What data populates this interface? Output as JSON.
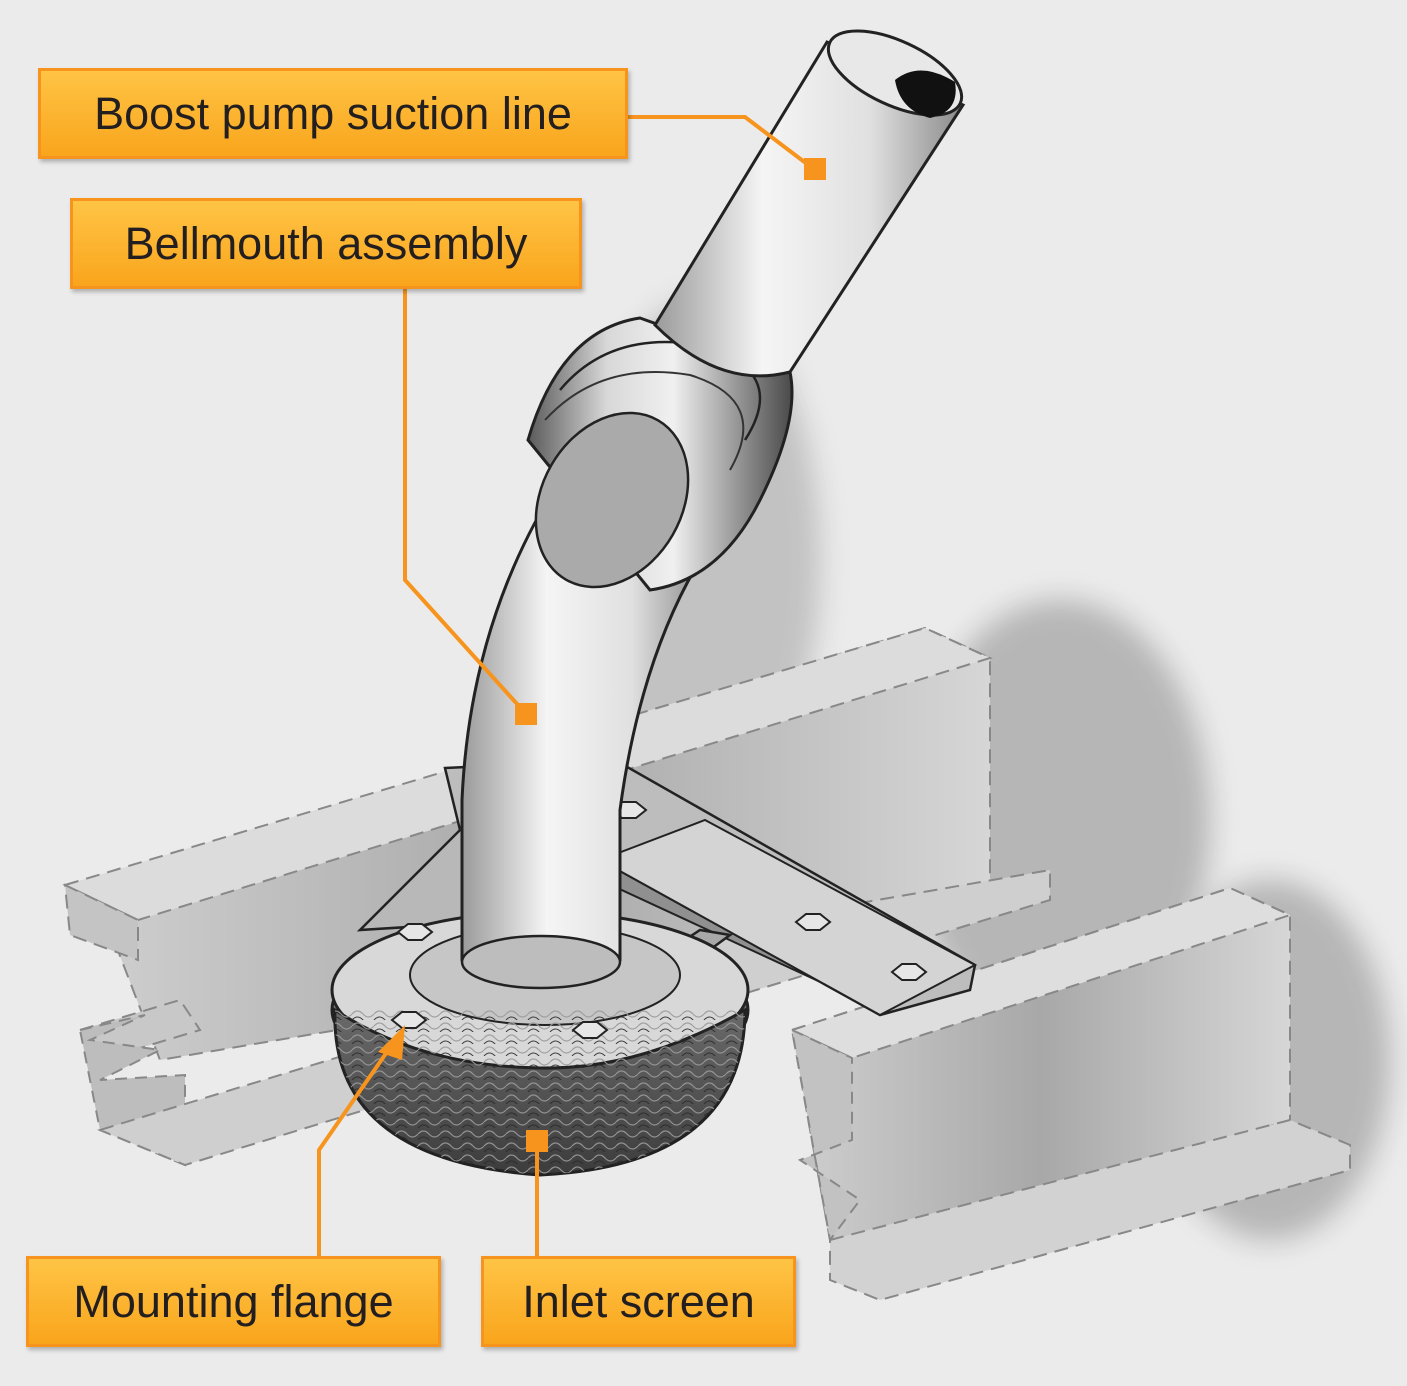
{
  "labels": {
    "suction_line": "Boost pump suction line",
    "bellmouth": "Bellmouth assembly",
    "mounting_flange": "Mounting flange",
    "inlet_screen": "Inlet screen"
  },
  "colors": {
    "background": "#ebebeb",
    "callout_fill": "#fbb034",
    "callout_border": "#f7941d",
    "leader_line": "#f7941d",
    "text": "#231f20",
    "metal": "#c8c8c8",
    "structure": "#b4b4b4"
  }
}
